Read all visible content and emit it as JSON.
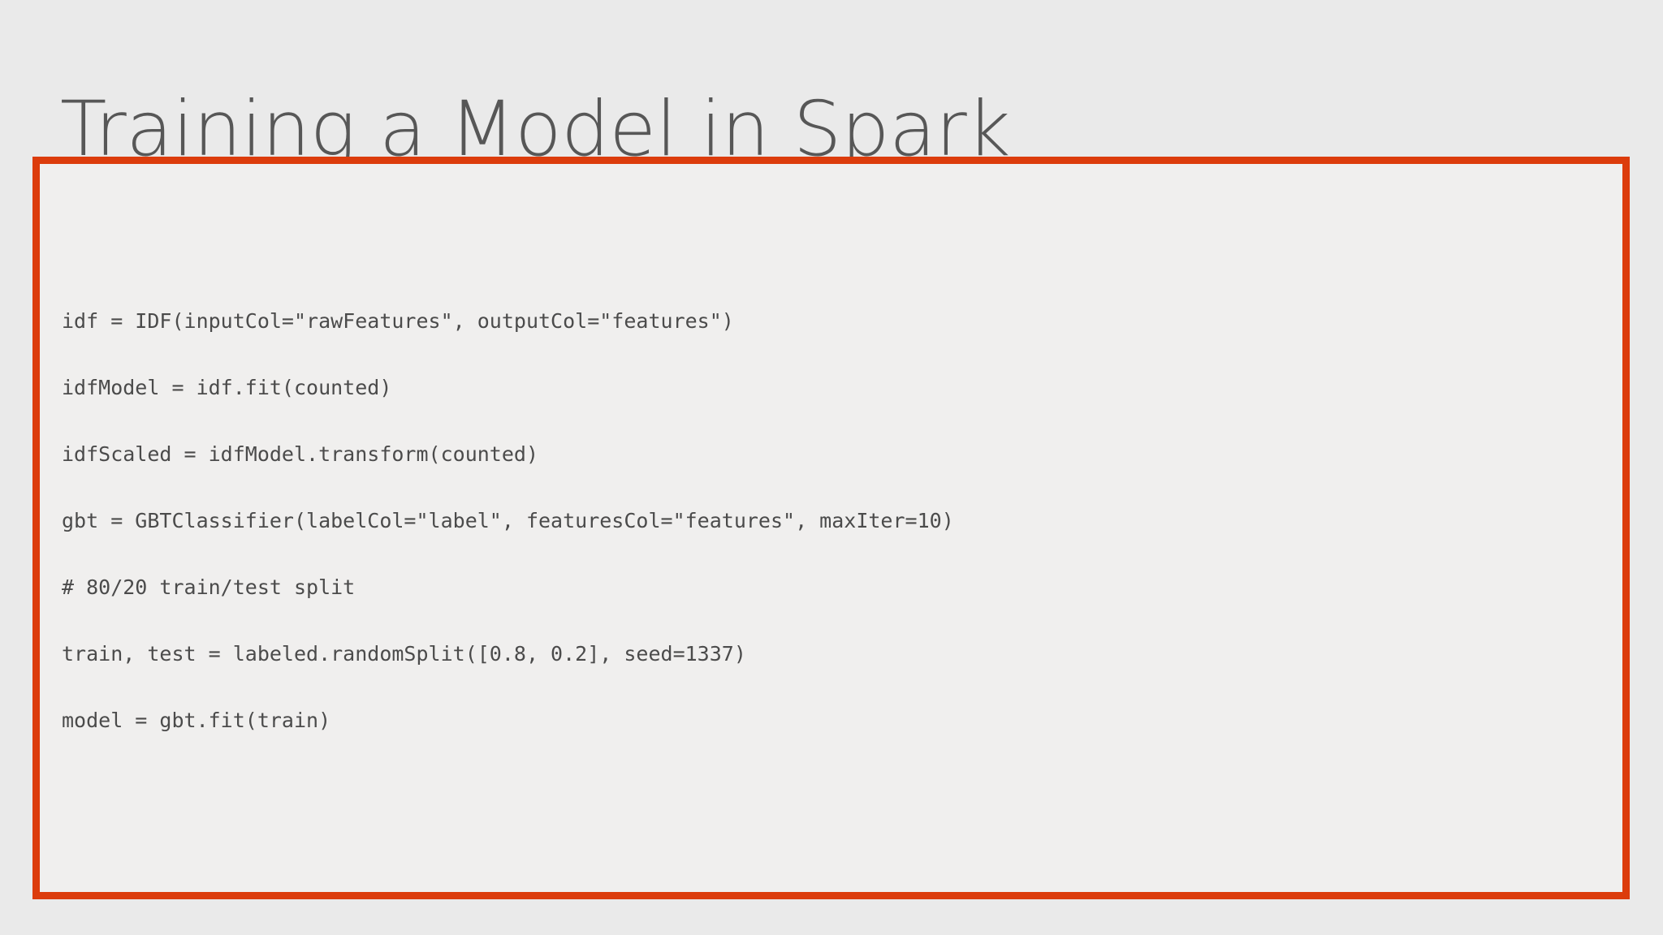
{
  "slide": {
    "title": "Training a Model in Spark",
    "background_color": "#eaeaea",
    "title_color": "#575757"
  },
  "code_panel": {
    "border_color": "#dc3c0c",
    "background_color": "#f0efee",
    "text_color": "#4b4b4b",
    "language": "python",
    "lines": [
      "idf = IDF(inputCol=\"rawFeatures\", outputCol=\"features\")",
      "idfModel = idf.fit(counted)",
      "idfScaled = idfModel.transform(counted)",
      "gbt = GBTClassifier(labelCol=\"label\", featuresCol=\"features\", maxIter=10)",
      "# 80/20 train/test split",
      "train, test = labeled.randomSplit([0.8, 0.2], seed=1337)",
      "model = gbt.fit(train)"
    ]
  }
}
